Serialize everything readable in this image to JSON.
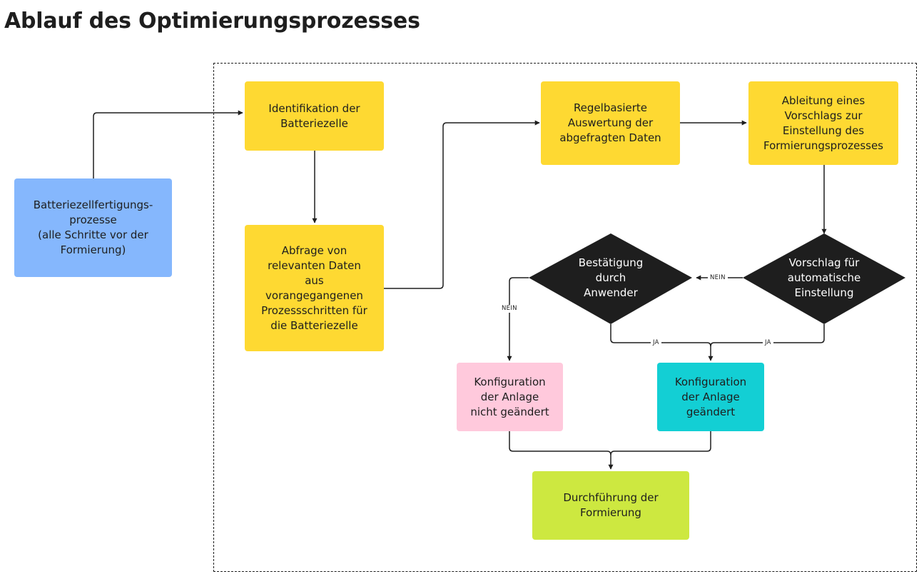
{
  "title": "Ablauf des Optimierungsprozesses",
  "colors": {
    "blue": "#85b7fd",
    "yellow": "#fed932",
    "pink": "#ffc9dc",
    "teal": "#13cfd4",
    "lime": "#cde840",
    "diamond": "#1e1e1e",
    "line": "#1e1e1e"
  },
  "nodes": {
    "prior_processes": "Batteriezellfertigungs-\nprozesse\n(alle Schritte vor der\nFormierung)",
    "identify_cell": "Identifikation der\nBatteriezelle",
    "query_data": "Abfrage von\nrelevanten Daten\naus\nvorangegangenen\nProzessschritten für\ndie Batteriezelle",
    "rule_evaluation": "Regelbasierte\nAuswertung der\nabgefragten Daten",
    "derive_proposal": "Ableitung eines\nVorschlags zur\nEinstellung des\nFormierungsprozesses",
    "auto_setting_decision": "Vorschlag für\nautomatische\nEinstellung",
    "user_confirmation_decision": "Bestätigung\ndurch\nAnwender",
    "config_unchanged": "Konfiguration\nder Anlage\nnicht geändert",
    "config_changed": "Konfiguration\nder Anlage\ngeändert",
    "run_formation": "Durchführung der\nFormierung"
  },
  "edge_labels": {
    "auto_no": "NEIN",
    "auto_yes": "JA",
    "user_no": "NEIN",
    "user_yes": "JA"
  }
}
